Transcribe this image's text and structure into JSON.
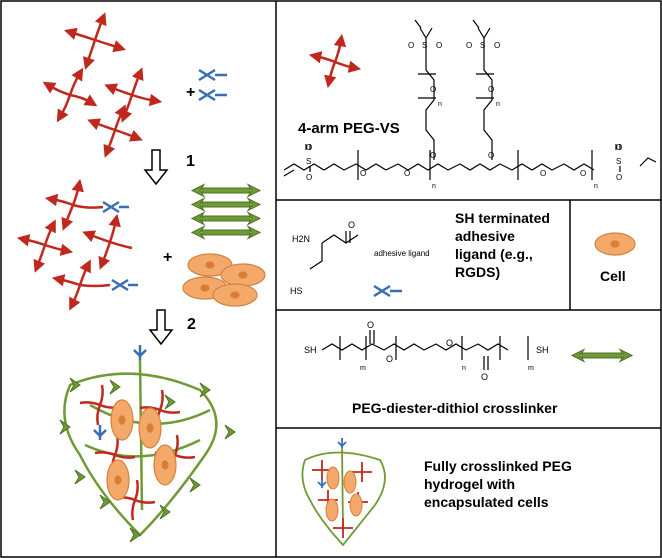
{
  "steps": {
    "step1": "1",
    "step2": "2"
  },
  "plus_signs": {
    "plus1": "+",
    "plus2": "+"
  },
  "panels": {
    "peg_vs": {
      "title": "4-arm PEG-VS"
    },
    "ligand": {
      "title_lines": [
        "SH terminated",
        "adhesive",
        "ligand (e.g.,",
        "RGDS)"
      ],
      "nh2": "H2N",
      "hs": "HS",
      "adhesive_ligand": "adhesive ligand"
    },
    "cell": {
      "title": "Cell"
    },
    "crosslinker": {
      "title": "PEG-diester-dithiol crosslinker",
      "sh_left": "SH",
      "sh_right": "SH",
      "o1": "O",
      "o2": "O",
      "o3": "O",
      "o4": "O",
      "m1": "m",
      "n1": "n",
      "m2": "m"
    },
    "hydrogel": {
      "title_lines": [
        "Fully crosslinked PEG",
        "hydrogel with",
        "encapsulated cells"
      ]
    }
  },
  "colors": {
    "peg_arm": "#c0281e",
    "ligand": "#3a6fb5",
    "crosslinker": "#6f9a35",
    "cell_fill": "#f4a96a",
    "cell_core": "#e07a30",
    "border": "#000000"
  },
  "icons": [
    "4-arm-peg-vs-icon",
    "adhesive-ligand-icon",
    "crosslinker-icon",
    "cell-icon",
    "hydrogel-network-icon",
    "down-arrow-icon"
  ]
}
